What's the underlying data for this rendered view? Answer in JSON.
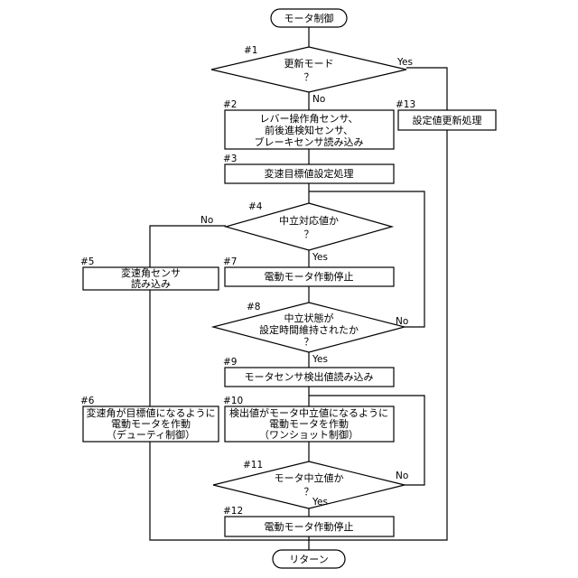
{
  "nodes": {
    "start": {
      "label": "モータ制御"
    },
    "end": {
      "label": "リターン"
    },
    "d1": {
      "step": "#1",
      "lines": [
        "更新モード",
        "？"
      ]
    },
    "b2": {
      "step": "#2",
      "lines": [
        "レバー操作角センサ、",
        "前後進検知センサ、",
        "ブレーキセンサ読み込み"
      ]
    },
    "b3": {
      "step": "#3",
      "lines": [
        "変速目標値設定処理"
      ]
    },
    "d4": {
      "step": "#4",
      "lines": [
        "中立対応値か",
        "？"
      ]
    },
    "b5": {
      "step": "#5",
      "lines": [
        "変速角センサ",
        "読み込み"
      ]
    },
    "b6": {
      "step": "#6",
      "lines": [
        "変速角が目標値になるように",
        "電動モータを作動",
        "（デューティ制御）"
      ]
    },
    "b7": {
      "step": "#7",
      "lines": [
        "電動モータ作動停止"
      ]
    },
    "d8": {
      "step": "#8",
      "lines": [
        "中立状態が",
        "設定時間維持されたか",
        "？"
      ]
    },
    "b9": {
      "step": "#9",
      "lines": [
        "モータセンサ検出値読み込み"
      ]
    },
    "b10": {
      "step": "#10",
      "lines": [
        "検出値がモータ中立値になるように",
        "電動モータを作動",
        "（ワンショット制御）"
      ]
    },
    "d11": {
      "step": "#11",
      "lines": [
        "モータ中立値か",
        "？"
      ]
    },
    "b12": {
      "step": "#12",
      "lines": [
        "電動モータ作動停止"
      ]
    },
    "b13": {
      "step": "#13",
      "lines": [
        "設定値更新処理"
      ]
    }
  },
  "branches": {
    "d1_yes": "Yes",
    "d1_no": "No",
    "d4_no": "No",
    "d4_yes": "Yes",
    "d8_no": "No",
    "d8_yes": "Yes",
    "d11_no": "No",
    "d11_yes": "Yes"
  }
}
